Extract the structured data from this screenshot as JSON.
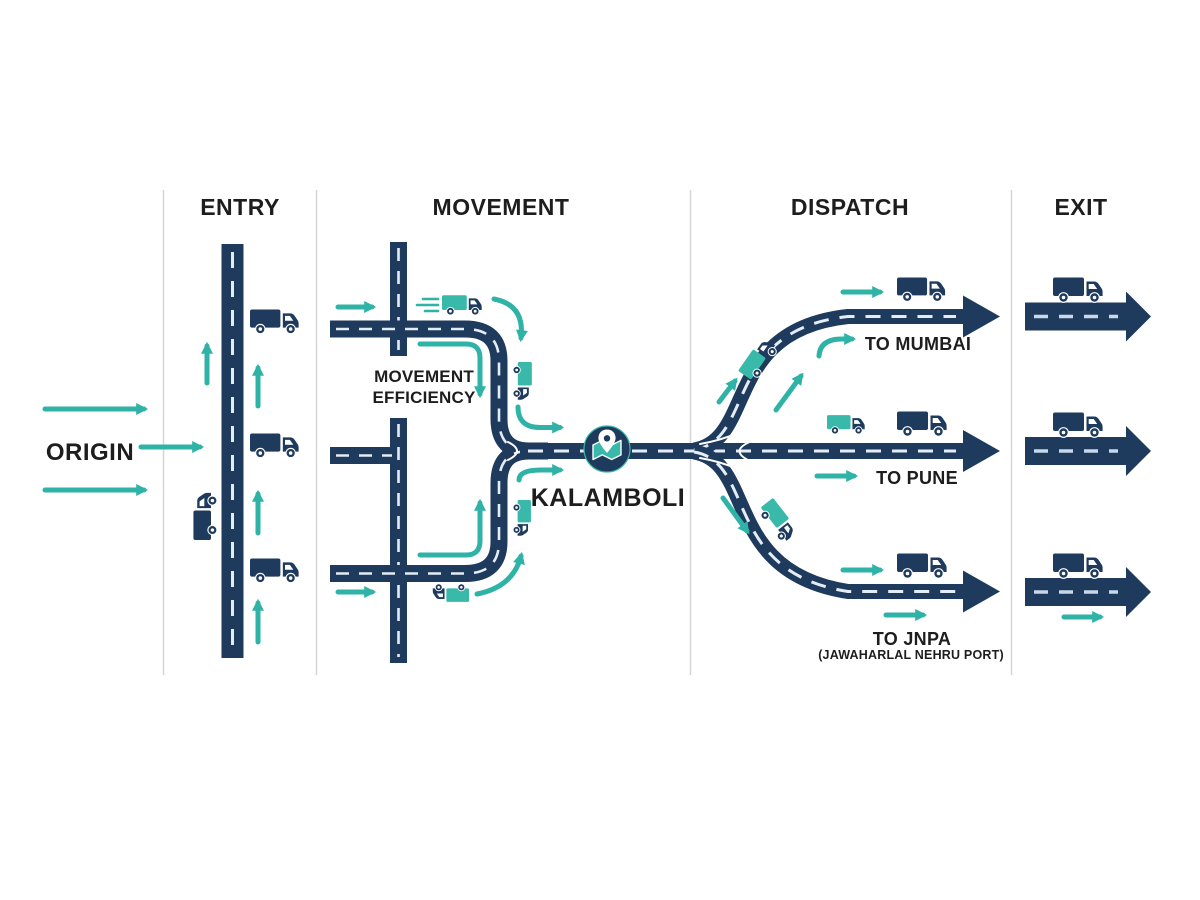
{
  "origin": {
    "label": "ORIGIN"
  },
  "sections": [
    {
      "label": "ENTRY"
    },
    {
      "label": "MOVEMENT"
    },
    {
      "label": "DISPATCH"
    },
    {
      "label": "EXIT"
    }
  ],
  "hub": {
    "label": "KALAMBOLI"
  },
  "movement_note": {
    "line1": "MOVEMENT",
    "line2": "EFFICIENCY"
  },
  "destinations": [
    {
      "label": "TO MUMBAI"
    },
    {
      "label": "TO PUNE"
    },
    {
      "label": "TO JNPA",
      "sublabel": "(JAWAHARLAL NEHRU PORT)"
    }
  ],
  "icons": {
    "hub": "map-pin-icon",
    "truck": "truck-icon",
    "flow_arrow": "flow-arrow-icon",
    "road_arrow": "road-arrow-icon"
  },
  "colors": {
    "road_navy": "#1e3a5c",
    "accent_teal": "#2fb3a6",
    "truck_teal": "#38b9aa",
    "text": "#1d1d1d",
    "divider": "#d6d6d6",
    "road_dash": "#e4edf6",
    "background": "#ffffff"
  }
}
